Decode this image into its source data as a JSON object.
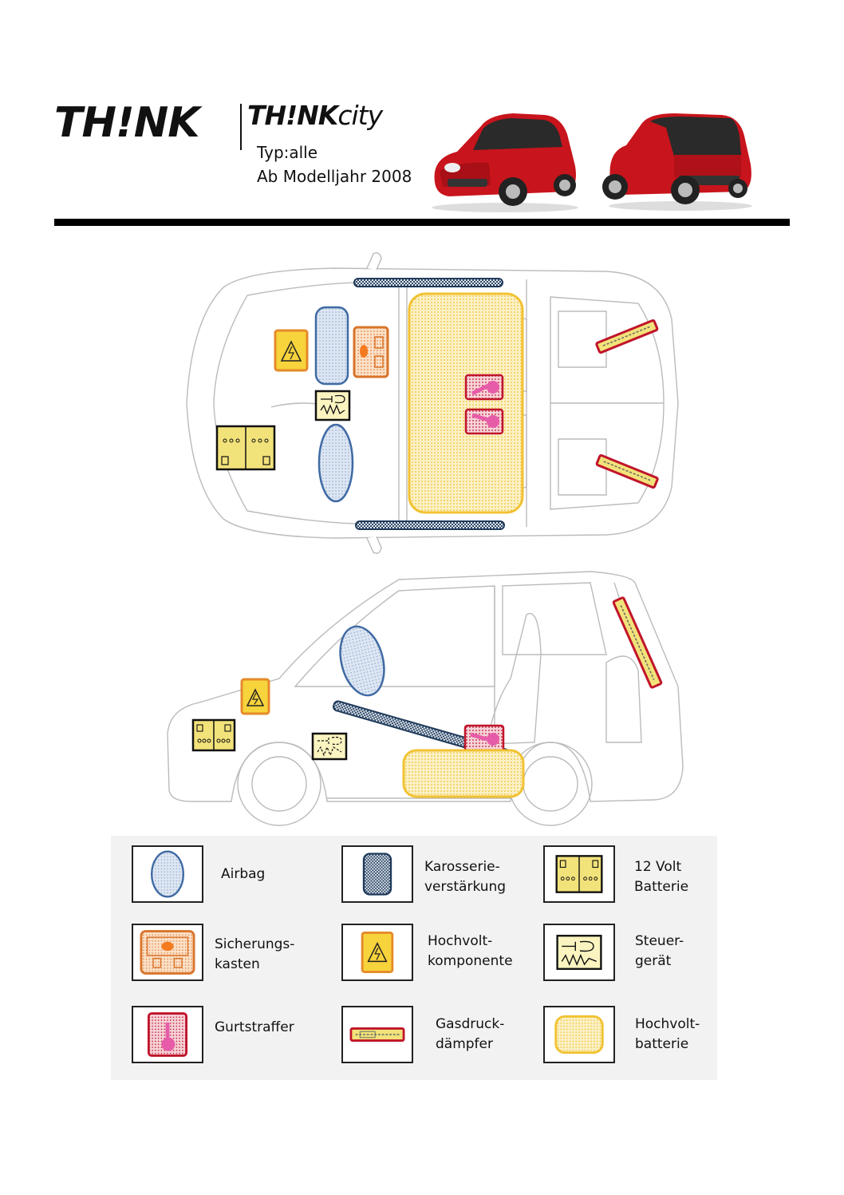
{
  "header": {
    "logo_left": "TH!NK",
    "logo_right_brand": "TH!NK",
    "logo_right_suffix": "city",
    "typ": "Typ:alle",
    "modell": "Ab Modelljahr 2008"
  },
  "legend": {
    "items": [
      {
        "key": "airbag",
        "label": "Airbag"
      },
      {
        "key": "karosserie",
        "label": "Karosserie-\nverstärkung"
      },
      {
        "key": "batterie12",
        "label": "12 Volt\nBatterie"
      },
      {
        "key": "sicherung",
        "label": "Sicherungs-\nkasten"
      },
      {
        "key": "hochvoltkomp",
        "label": "Hochvolt-\nkomponente"
      },
      {
        "key": "steuer",
        "label": "Steuer-\ngerät"
      },
      {
        "key": "gurt",
        "label": "Gurtstraffer"
      },
      {
        "key": "gasdruck",
        "label": "Gasdruck-\ndämpfer"
      },
      {
        "key": "hochvoltbat",
        "label": "Hochvolt-\nbatterie"
      }
    ]
  },
  "colors": {
    "airbag": "#3f6aa4",
    "karosserie": "#1f3a5a",
    "battery12": "#f2e27a",
    "fuse": "#d9742a",
    "hv_component": "#f1c232",
    "control_unit": "#f2e27a",
    "tensioner": "#c0152a",
    "tensioner_fill": "#e75ca8",
    "damper": "#c0152a",
    "hv_battery": "#f1c232"
  }
}
